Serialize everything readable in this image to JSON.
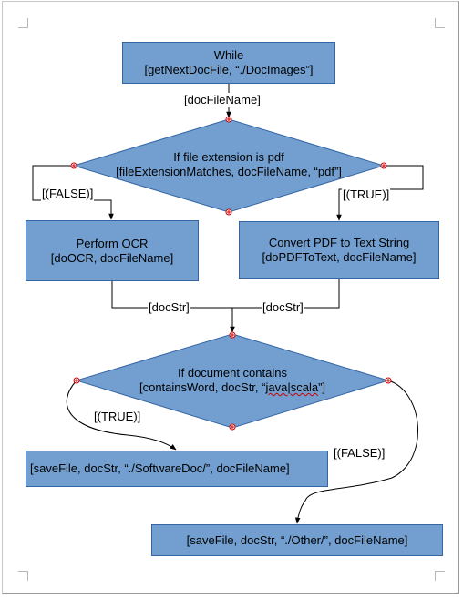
{
  "nodes": {
    "while": {
      "line1": "While",
      "line2": "[getNextDocFile, “./DocImages”]"
    },
    "decision_pdf": {
      "line1": "If file extension is pdf",
      "line2": "[fileExtensionMatches, docFileName, “pdf”]"
    },
    "ocr": {
      "line1": "Perform OCR",
      "line2": "[doOCR, docFileName]"
    },
    "convert": {
      "line1": "Convert PDF to Text String",
      "line2": "[doPDFToText, docFileName]"
    },
    "decision_contains": {
      "line1": "If document contains",
      "line2_prefix": "[containsWord, docStr, “",
      "line2_keyword": "java|scala",
      "line2_suffix": "”]"
    },
    "save_software": {
      "text": "[saveFile, docStr, “./SoftwareDoc/”, docFileName]"
    },
    "save_other": {
      "text": "[saveFile, docStr, “./Other/”, docFileName]"
    }
  },
  "edge_labels": {
    "docfilename": "[docFileName]",
    "false_left": "[(FALSE)]",
    "true_right": "[(TRUE)]",
    "docstr_left": "[docStr]",
    "docstr_right": "[docStr]",
    "true_bottom": "[(TRUE)]",
    "false_bottom": "[(FALSE)]"
  },
  "colors": {
    "node_fill": "#729fcf",
    "node_border": "#3465a4",
    "connector": "#000000",
    "glue_point": "#cc0000"
  }
}
